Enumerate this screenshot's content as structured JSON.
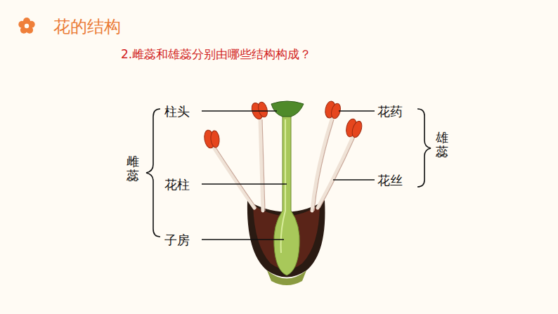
{
  "diagram": {
    "title": "花的结构",
    "labels": [
      "2.雌蕊和雄蕊分别由哪些结构构成？",
      "柱头",
      "花柱",
      "子房",
      "雌蕊",
      "花药",
      "花丝",
      "雄蕊"
    ]
  }
}
